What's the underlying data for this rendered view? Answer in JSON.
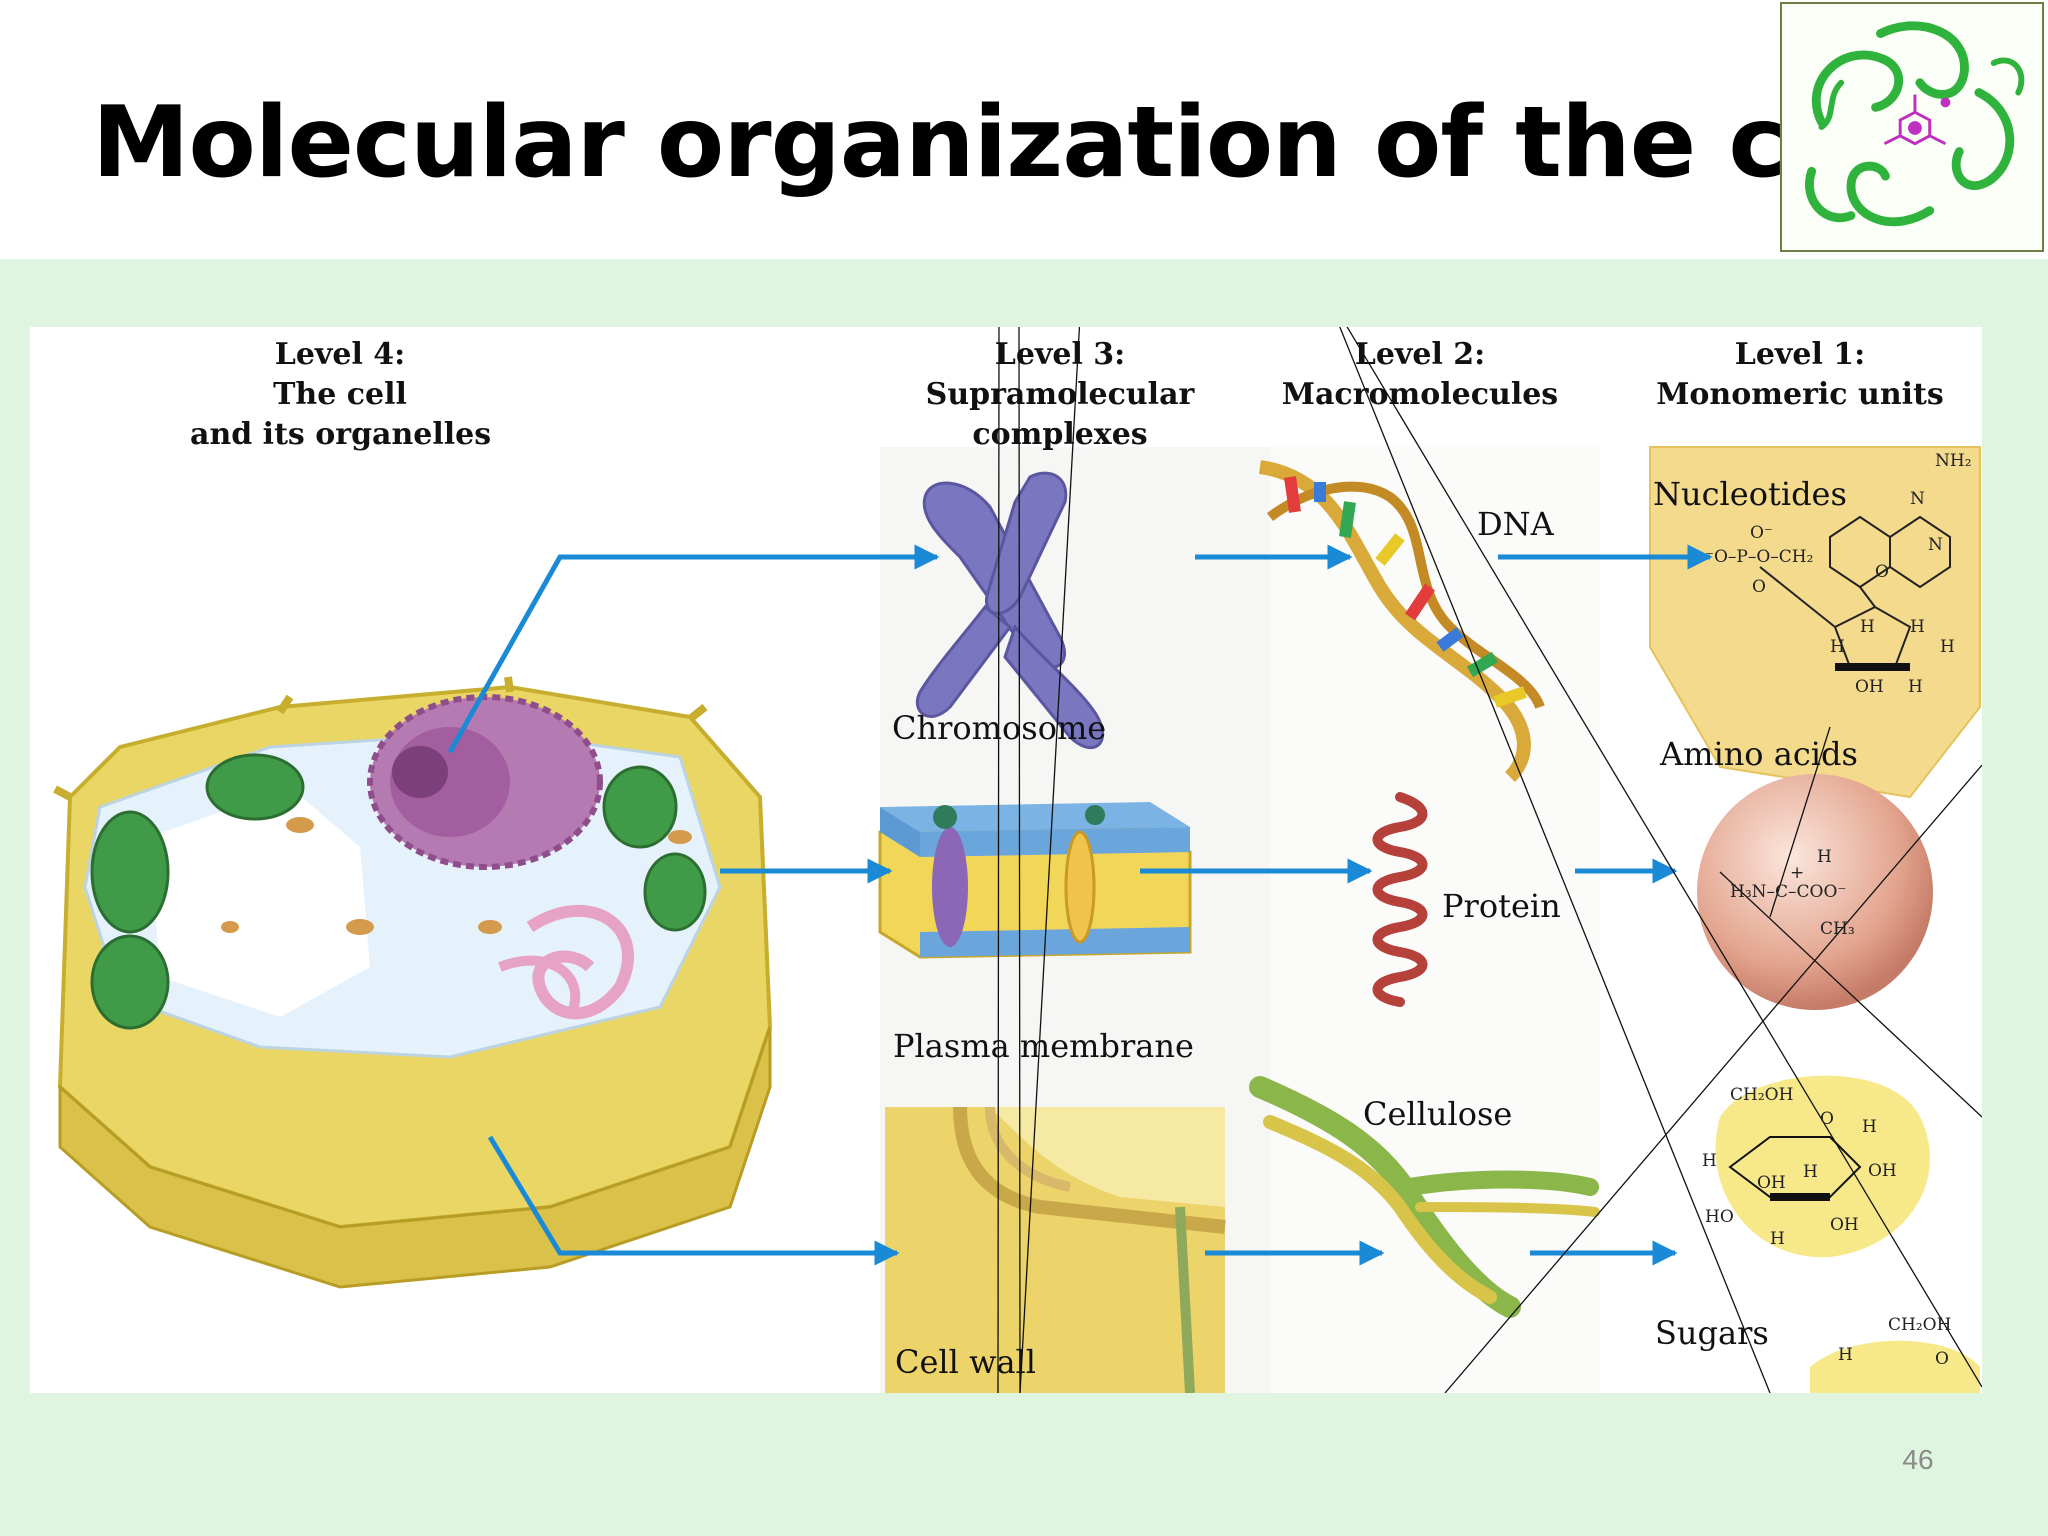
{
  "slide": {
    "title": "Molecular organization of the cells",
    "page_number": "46"
  },
  "colors": {
    "band_background": "#dff5df",
    "arrow": "#1b8ad6",
    "cell_wall": "#e8d35a",
    "chloroplast": "#3f9b48",
    "nucleus": "#a35ea0"
  },
  "levels": [
    {
      "title": "Level 4:",
      "lines": [
        "The cell",
        "and its organelles"
      ]
    },
    {
      "title": "Level 3:",
      "lines": [
        "Supramolecular",
        "complexes"
      ]
    },
    {
      "title": "Level 2:",
      "lines": [
        "Macromolecules"
      ]
    },
    {
      "title": "Level 1:",
      "lines": [
        "Monomeric units"
      ]
    }
  ],
  "items": {
    "chromosome": "Chromosome",
    "plasma_membrane": "Plasma membrane",
    "cell_wall": "Cell wall",
    "dna": "DNA",
    "protein": "Protein",
    "cellulose": "Cellulose",
    "nucleotides": "Nucleotides",
    "amino_acids": "Amino acids",
    "sugars": "Sugars"
  },
  "chemistry": {
    "nucleotide": {
      "nh2": "NH₂",
      "o_minus": "O⁻",
      "phosphate": "⁻O–P–O–CH₂",
      "o": "O",
      "n1": "N",
      "n2": "N",
      "o_ring": "O",
      "h1": "H",
      "h2": "H",
      "h3": "H",
      "h4": "H",
      "oh": "OH",
      "h5": "H"
    },
    "amino_acid": {
      "h_top": "H",
      "left": "H₃N–C–COO⁻",
      "plus": "+",
      "ch3": "CH₃"
    },
    "glucose": {
      "ch2oh": "CH₂OH",
      "o": "O",
      "h1": "H",
      "h2": "H",
      "oh1": "OH",
      "h3": "H",
      "oh2": "OH",
      "ho": "HO",
      "oh3": "OH",
      "h4": "H"
    },
    "sugar2": {
      "ch2oh": "CH₂OH",
      "h": "H",
      "o": "O"
    }
  },
  "icons": [
    "protein-structure-icon",
    "plant-cell-illustration",
    "chromosome-illustration",
    "membrane-illustration",
    "cell-wall-illustration",
    "dna-helix-illustration",
    "protein-helix-illustration",
    "cellulose-fibers-illustration"
  ]
}
